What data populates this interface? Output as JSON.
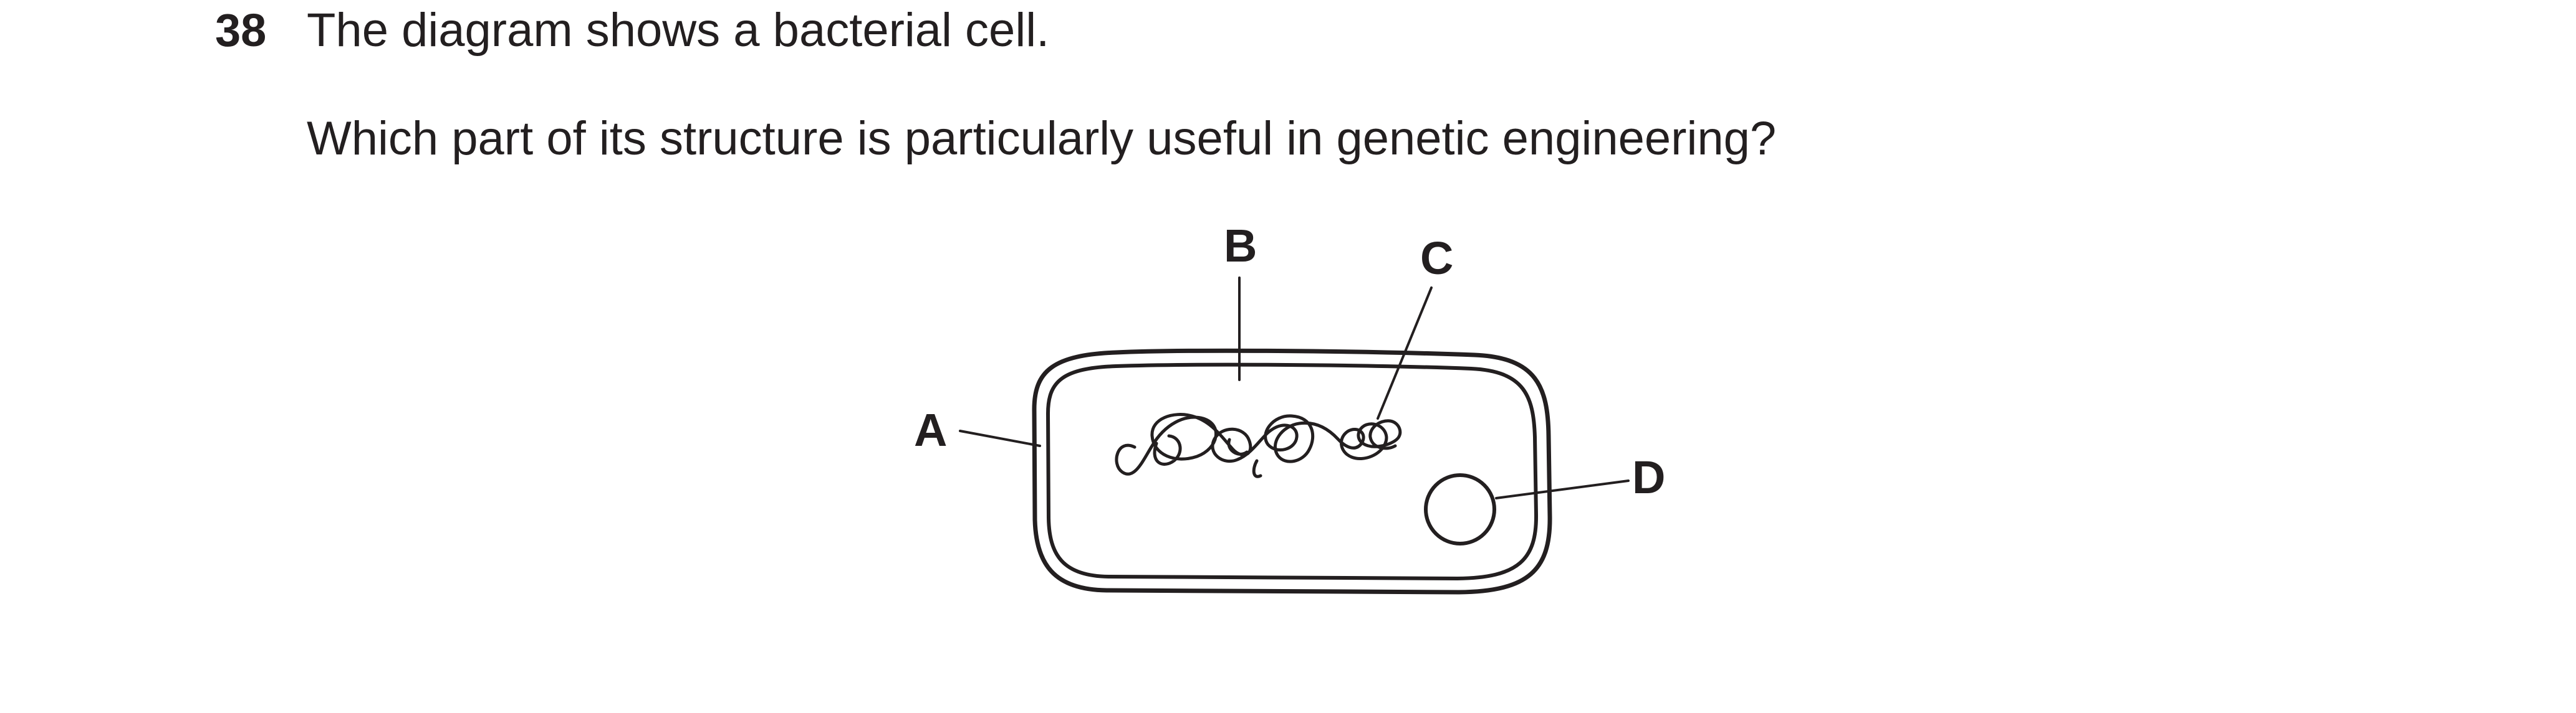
{
  "question": {
    "number": "38",
    "stem": "The diagram shows a bacterial cell.",
    "prompt": "Which part of its structure is particularly useful in genetic engineering?"
  },
  "diagram": {
    "labels": {
      "a": "A",
      "b": "B",
      "c": "C",
      "d": "D"
    }
  }
}
